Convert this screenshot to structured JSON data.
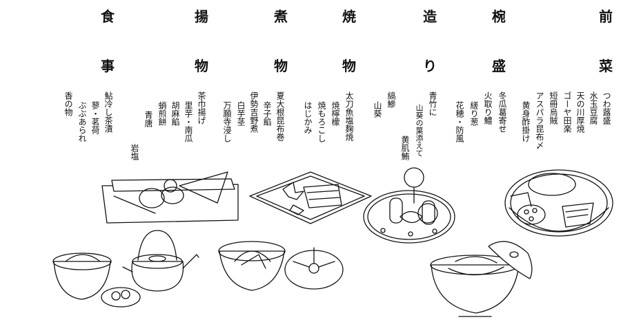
{
  "courses": [
    {
      "key": "zensai",
      "heading": "前菜",
      "items": [
        "つわ蕗盛",
        "水玉豆腐",
        "天の川厚焼",
        "ゴーヤ田楽",
        "短冊烏賊",
        "アスパラ昆布〆",
        "黄身酢掛け"
      ]
    },
    {
      "key": "wanmori",
      "heading": "椀盛",
      "items": [
        "冬瓜葛寄せ",
        "火取り鱧",
        "縒り葱",
        "花穂・防風"
      ]
    },
    {
      "key": "tsukuri",
      "heading": "造り",
      "items": [
        "青竹に",
        "山葵の葉添えて",
        "黄肌鮪",
        "縞鰺",
        "山葵"
      ]
    },
    {
      "key": "yakimono",
      "heading": "焼物",
      "items": [
        "太刀魚塩麹焼",
        "焼檸檬",
        "焼もろこし",
        "はじかみ"
      ]
    },
    {
      "key": "nimono",
      "heading": "煮物",
      "items": [
        "夏大根昆布巻",
        "辛子餡",
        "伊勢吉野煮",
        "白芋茎",
        "万願寺浸し"
      ]
    },
    {
      "key": "agemono",
      "heading": "揚物",
      "items": [
        "茶巾揚げ",
        "里芋・南瓜",
        "胡麻餡",
        "蛸煎餅",
        "青唐",
        "岩塩"
      ]
    },
    {
      "key": "shokuji",
      "heading": "食事",
      "items": [
        "鮎冷し茶漬",
        "蓼・茗荷",
        "ぶぶあられ",
        "香の物"
      ]
    }
  ]
}
